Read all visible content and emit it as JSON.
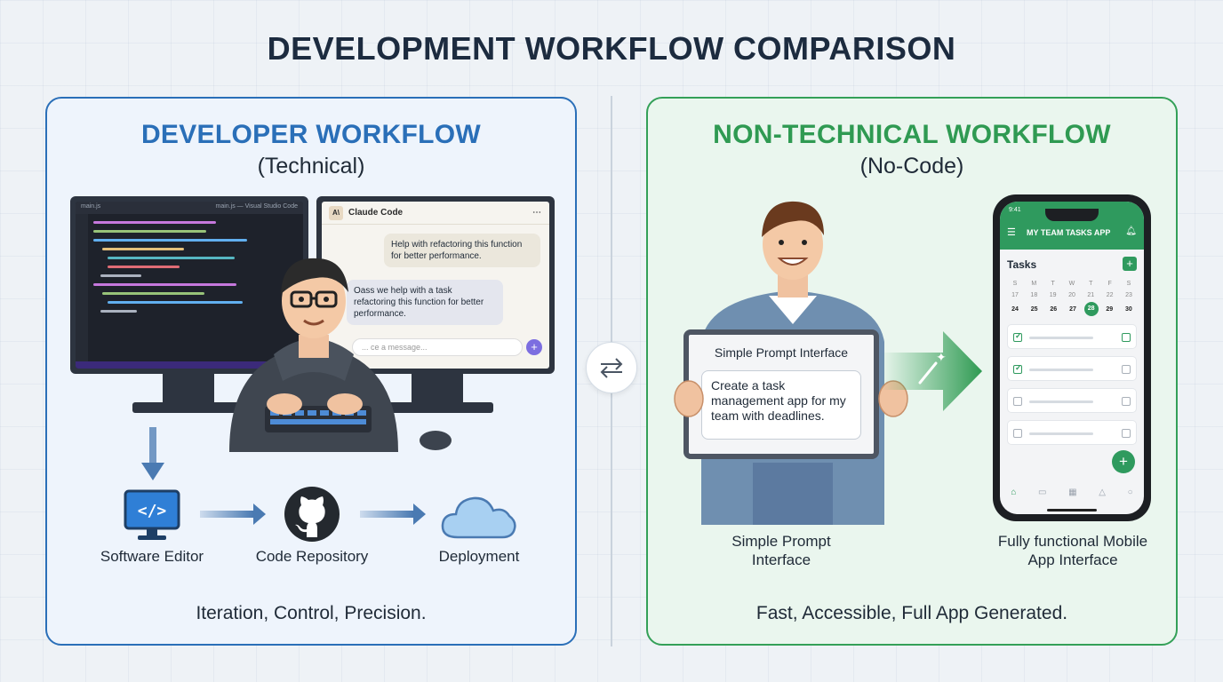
{
  "title": "DEVELOPMENT WORKFLOW COMPARISON",
  "left_panel": {
    "title": "DEVELOPER WORKFLOW",
    "subtitle": "(Technical)",
    "chat": {
      "app_name": "Claude Code",
      "logo_text": "A\\",
      "user_message": "Help with refactoring this function for better performance.",
      "ai_message": "Oass we help with a task refactoring this function for better performance.",
      "input_placeholder": "... ce a message..."
    },
    "code_window_title": "main.js — Visual Studio Code",
    "code_file_tab": "main.js",
    "flow": [
      {
        "label": "Software Editor",
        "icon": "code-editor-icon"
      },
      {
        "label": "Code Repository",
        "icon": "github-icon"
      },
      {
        "label": "Deployment",
        "icon": "cloud-icon"
      }
    ],
    "caption": "Iteration, Control, Precision."
  },
  "right_panel": {
    "title": "NON-TECHNICAL WORKFLOW",
    "subtitle": "(No-Code)",
    "sign": {
      "title": "Simple Prompt Interface",
      "prompt": "Create a task management app for my team with deadlines."
    },
    "phone": {
      "time": "9:41",
      "app_title": "MY TEAM TASKS APP",
      "section": "Tasks",
      "weekdays": [
        "S",
        "M",
        "T",
        "W",
        "T",
        "F",
        "S"
      ],
      "week1": [
        "17",
        "18",
        "19",
        "20",
        "21",
        "22",
        "23"
      ],
      "week2": [
        "24",
        "25",
        "26",
        "27",
        "28",
        "29",
        "30"
      ],
      "selected_day": "28"
    },
    "labels": {
      "left": "Simple Prompt Interface",
      "right": "Fully functional Mobile App Interface"
    },
    "caption": "Fast, Accessible, Full App Generated."
  },
  "colors": {
    "blue_accent": "#2a6fb8",
    "green_accent": "#2f9a52",
    "title": "#1c2b3f"
  }
}
